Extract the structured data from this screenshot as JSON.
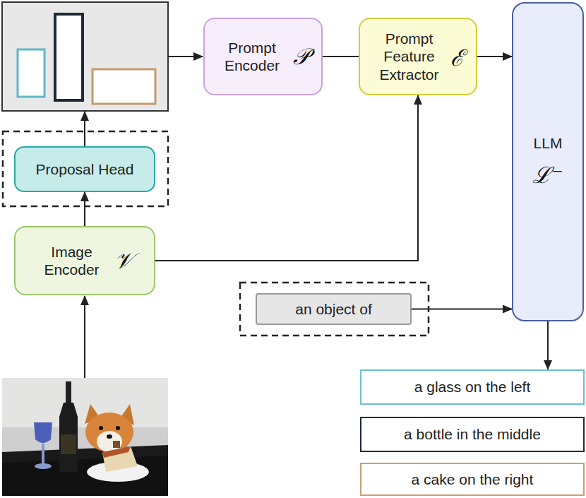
{
  "diagram": {
    "nodes": [
      {
        "text": [
          "Prompt Encoder",
          "𝒫"
        ]
      },
      {
        "text": [
          "Prompt Feature Extractor",
          "ℰ"
        ]
      },
      {
        "text": [
          "LLM",
          "ℒ⁻"
        ]
      },
      {
        "text": [
          "Proposal Head"
        ]
      },
      {
        "text": [
          "Image Encoder",
          "𝒱"
        ]
      },
      {
        "text": [
          "an object of"
        ]
      },
      {
        "text": [
          "a glass on the left"
        ]
      },
      {
        "text": [
          "a bottle in the middle"
        ]
      },
      {
        "text": [
          "a cake on the right"
        ]
      }
    ],
    "edges": [
      {
        "from": 4,
        "to": 3,
        "arrow": "to"
      },
      {
        "from": 0,
        "to": 1,
        "arrow": "none"
      },
      {
        "from": 1,
        "to": 2,
        "arrow": "to"
      },
      {
        "from": 4,
        "to": 1,
        "arrow": "to"
      },
      {
        "from": 5,
        "to": 2,
        "arrow": "to"
      },
      {
        "from": 2,
        "to": 6,
        "arrow": "to"
      }
    ]
  }
}
